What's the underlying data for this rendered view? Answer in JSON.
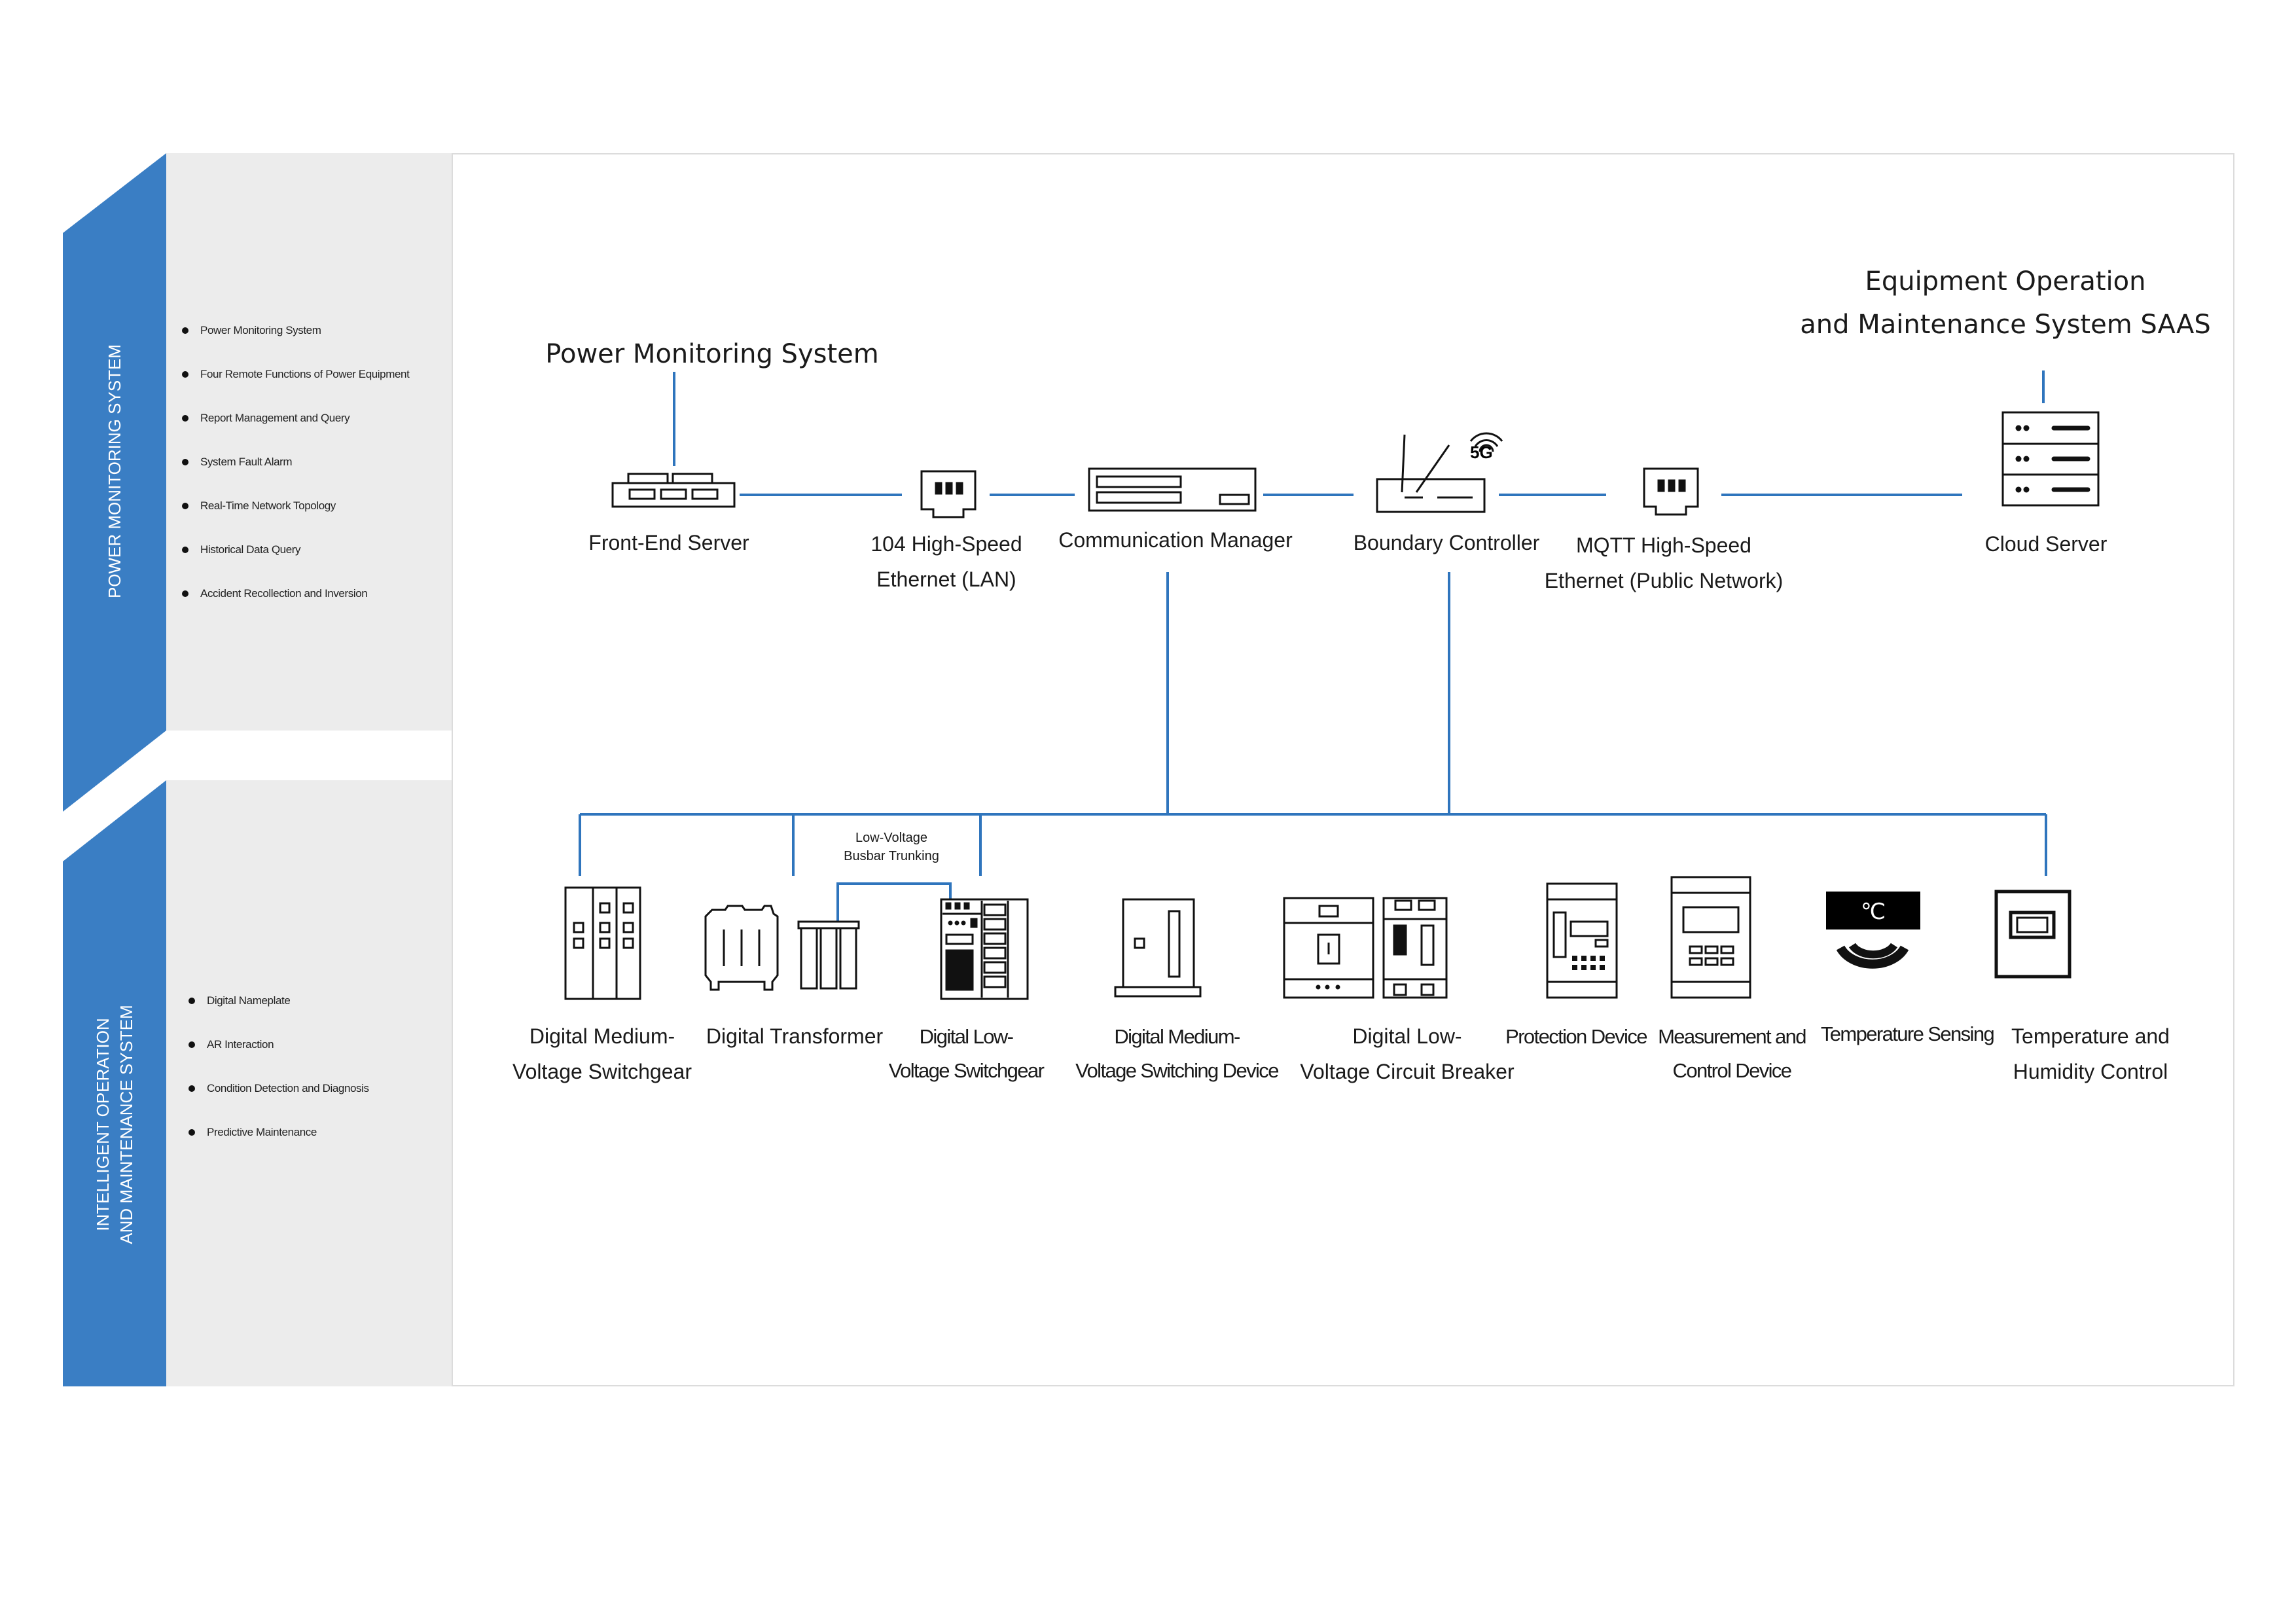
{
  "colors": {
    "band_blue": "#3a7ec4",
    "panel_grey": "#ececec",
    "line_blue": "#2f75bd",
    "icon_stroke": "#111111"
  },
  "bands": {
    "top_label": "POWER MONITORING SYSTEM",
    "bottom_label_line1": "INTELLIGENT OPERATION",
    "bottom_label_line2": "AND MAINTENANCE SYSTEM"
  },
  "power_monitoring_features": [
    "Power Monitoring System",
    "Four Remote Functions of Power Equipment",
    "Report Management and Query",
    "System Fault Alarm",
    "Real-Time Network Topology",
    "Historical Data Query",
    "Accident Recollection and Inversion"
  ],
  "om_features": [
    "Digital Nameplate",
    "AR Interaction",
    "Condition Detection and Diagnosis",
    "Predictive Maintenance"
  ],
  "diagram": {
    "power_monitoring_title": "Power Monitoring System",
    "saas_title_line1": "Equipment Operation",
    "saas_title_line2": "and Maintenance System SAAS",
    "front_end_server": "Front-End Server",
    "lan_line1": "104 High-Speed",
    "lan_line2": "Ethernet (LAN)",
    "communication_manager": "Communication Manager",
    "boundary_controller": "Boundary Controller",
    "signal_5g": "5G",
    "mqtt_line1": "MQTT High-Speed",
    "mqtt_line2": "Ethernet (Public Network)",
    "cloud_server": "Cloud Server",
    "busbar_line1": "Low-Voltage",
    "busbar_line2": "Busbar Trunking",
    "devices": {
      "mv_switchgear_1": "Digital Medium-",
      "mv_switchgear_2": "Voltage Switchgear",
      "transformer": "Digital Transformer",
      "lv_switchgear_1": "Digital Low-",
      "lv_switchgear_2": "Voltage Switchgear",
      "mv_switching_device_1": "Digital Medium-",
      "mv_switching_device_2": "Voltage Switching Device",
      "lv_breaker_1": "Digital Low-",
      "lv_breaker_2": "Voltage Circuit Breaker",
      "protection_device": "Protection Device",
      "measurement_1": "Measurement and",
      "measurement_2": "Control Device",
      "temperature_sensing": "Temperature Sensing",
      "temp_symbol": "℃",
      "humidity_1": "Temperature and",
      "humidity_2": "Humidity Control"
    }
  }
}
